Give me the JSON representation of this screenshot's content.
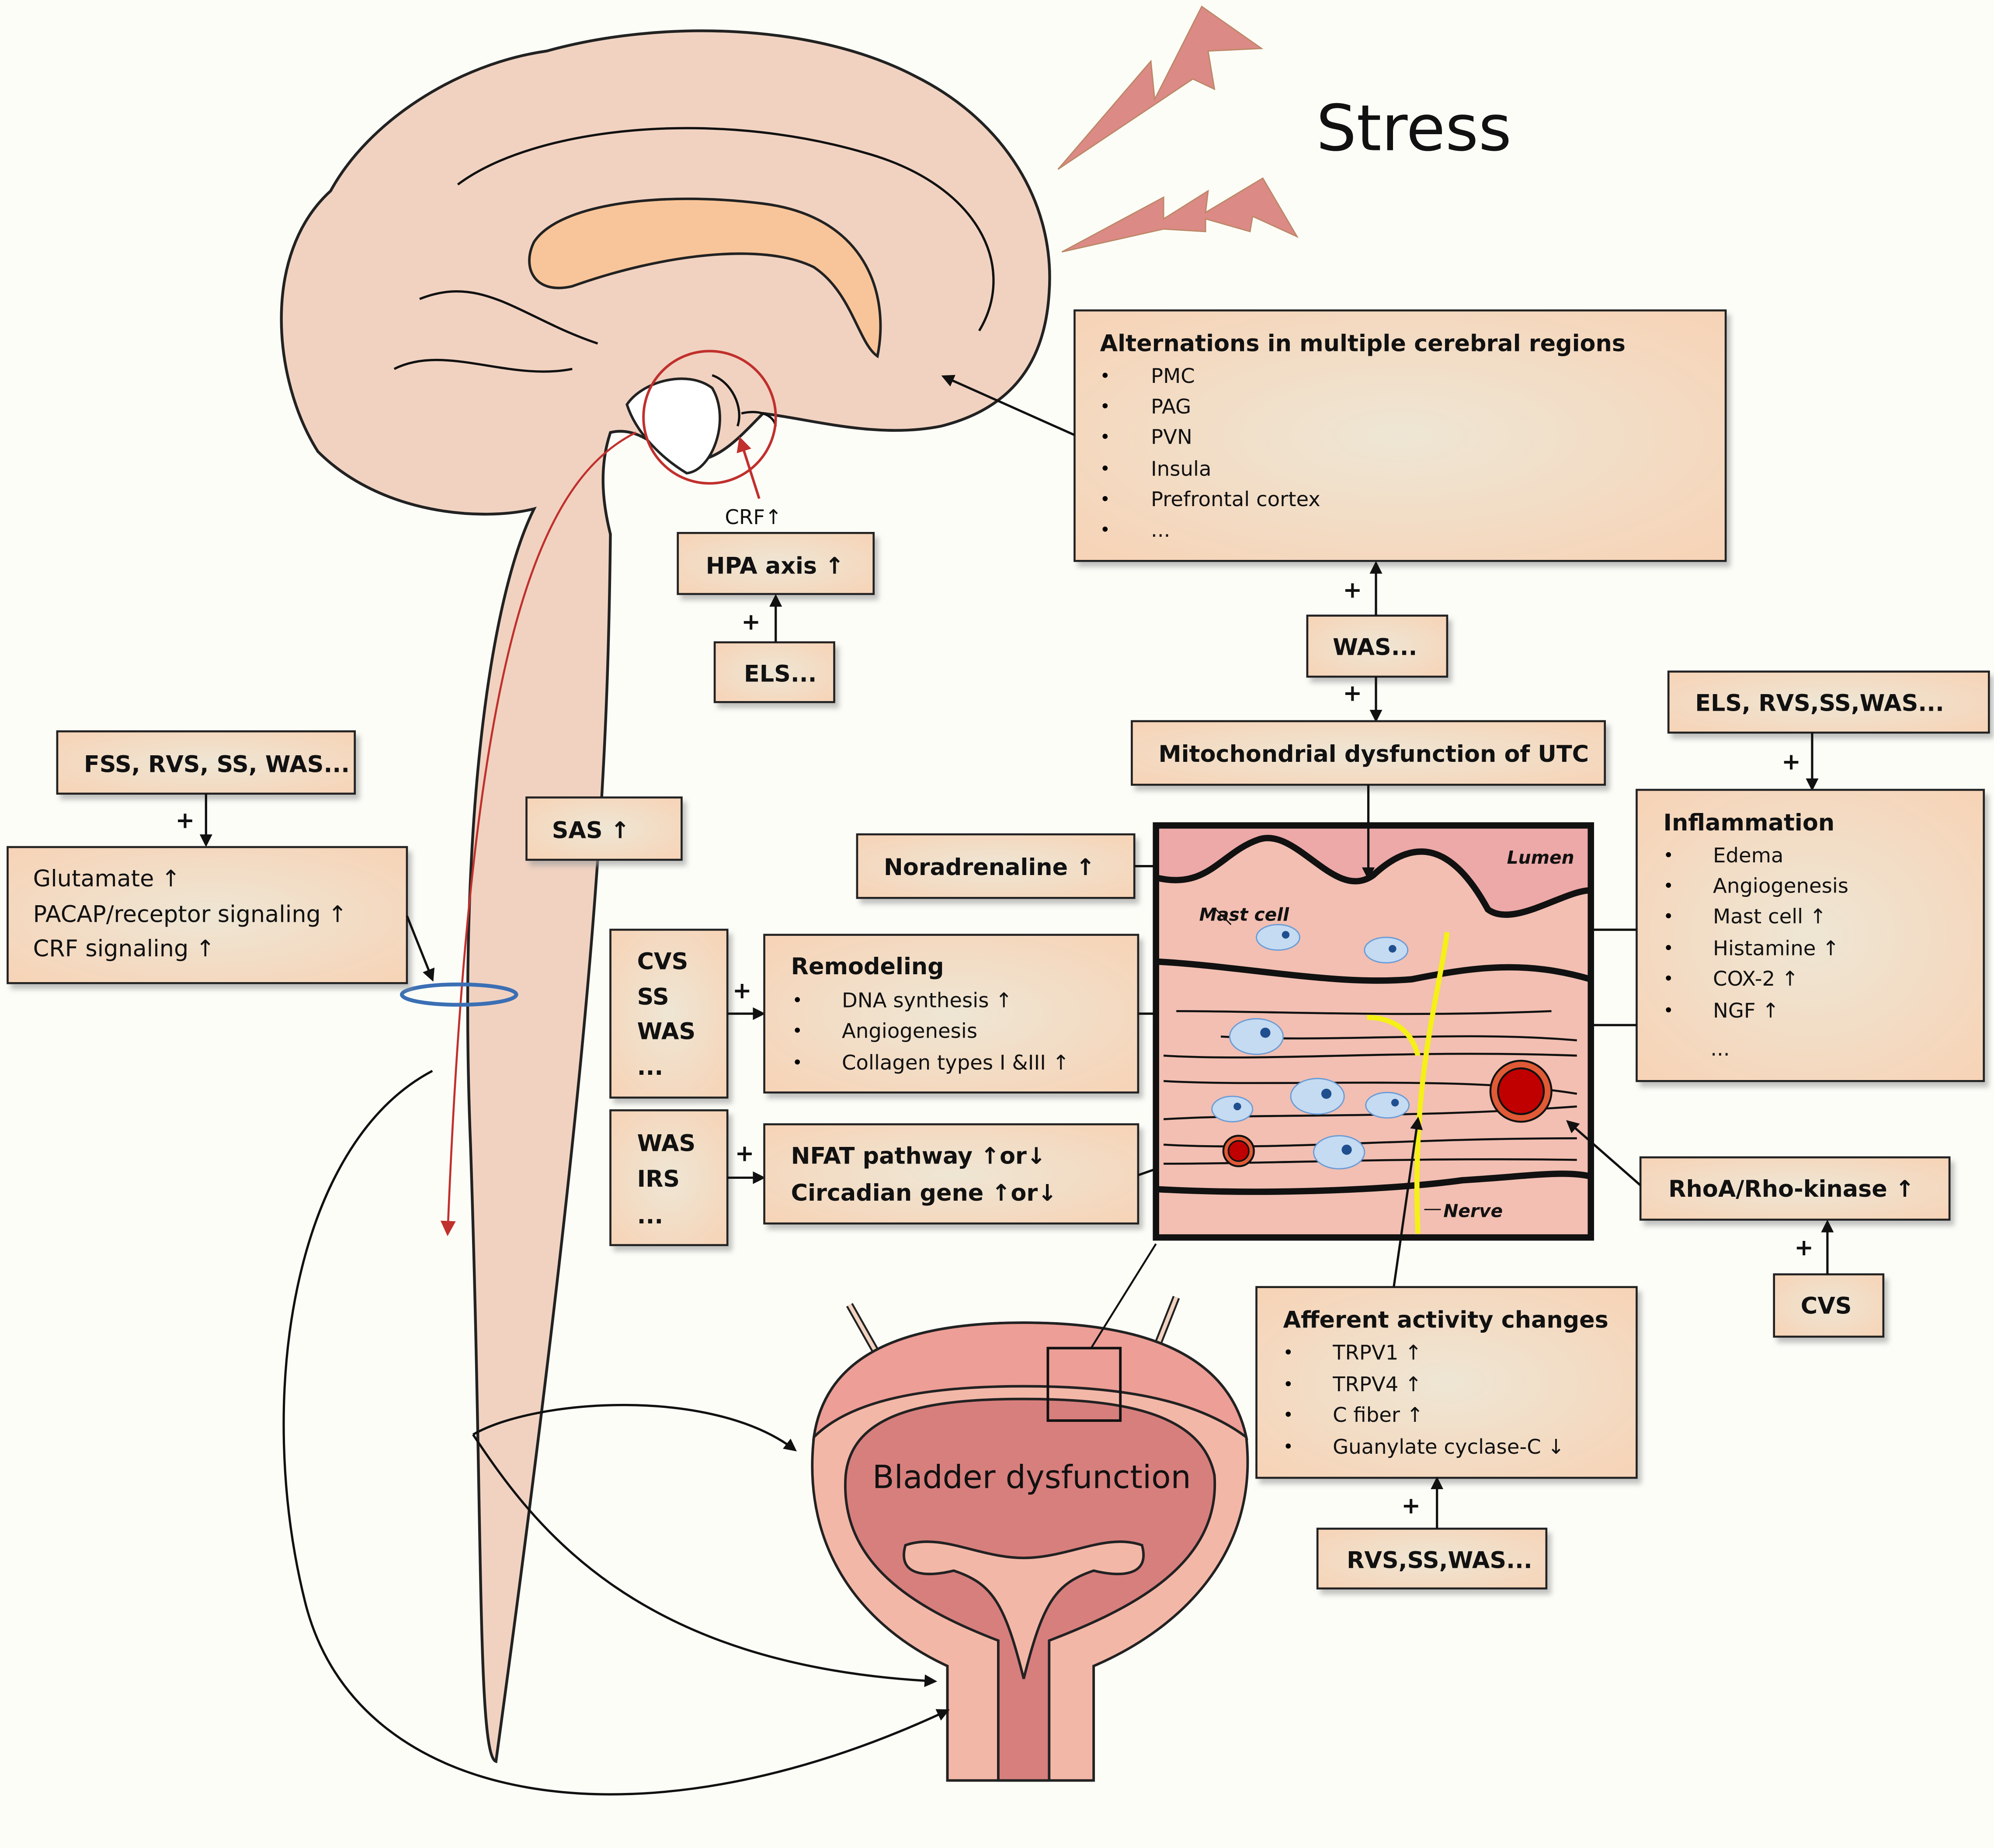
{
  "title": "Stress",
  "colors": {
    "box_fill": "#f7d7bd",
    "brain": "#f1d2c1",
    "tissue": "#f2bfb2",
    "lumen": "#eda8a8",
    "nerve": "#f5f016",
    "vessel": "#c00000",
    "mast_cell": "#c5dbf2",
    "lightning": "#dc8a86",
    "crf_arrow": "#c0302c",
    "ring": "#3b6fb4"
  },
  "cerebral": {
    "title": "Alternations in multiple cerebral regions",
    "items": [
      "PMC",
      "PAG",
      "PVN",
      "Insula",
      "Prefrontal cortex",
      "..."
    ]
  },
  "crf": "CRF↑",
  "hpa": "HPA axis ↑",
  "els1": "ELS...",
  "was1": "WAS...",
  "mito": "Mitochondrial dysfunction of UTC",
  "els2": "ELS, RVS,SS,WAS...",
  "inflammation": {
    "title": "Inflammation",
    "items": [
      "Edema",
      "Angiogenesis",
      "Mast cell ↑",
      "Histamine ↑",
      "COX-2 ↑",
      "NGF ↑"
    ],
    "more": "..."
  },
  "fss": "FSS, RVS, SS, WAS...",
  "spinal": {
    "items": [
      "Glutamate ↑",
      "PACAP/receptor signaling ↑",
      "CRF signaling ↑"
    ]
  },
  "sas": "SAS ↑",
  "noradrenaline": "Noradrenaline ↑",
  "remodel_causes": [
    "CVS",
    "SS",
    "WAS",
    "..."
  ],
  "remodeling": {
    "title": "Remodeling",
    "items": [
      "DNA synthesis ↑",
      "Angiogenesis",
      "Collagen types I &III ↑"
    ]
  },
  "nfat_causes": [
    "WAS",
    "IRS",
    "..."
  ],
  "nfat": [
    "NFAT pathway ↑or↓",
    "Circadian gene ↑or↓"
  ],
  "tissue": {
    "lumen": "Lumen",
    "mast_cell": "Mast  cell",
    "nerve": "Nerve"
  },
  "rhoa": "RhoA/Rho-kinase ↑",
  "cvs": "CVS",
  "afferent": {
    "title": "Afferent activity  changes",
    "items": [
      "TRPV1 ↑",
      "TRPV4 ↑",
      "C fiber ↑",
      "Guanylate cyclase-C ↓"
    ]
  },
  "rvs": "RVS,SS,WAS...",
  "bladder": "Bladder dysfunction",
  "plus": "+"
}
